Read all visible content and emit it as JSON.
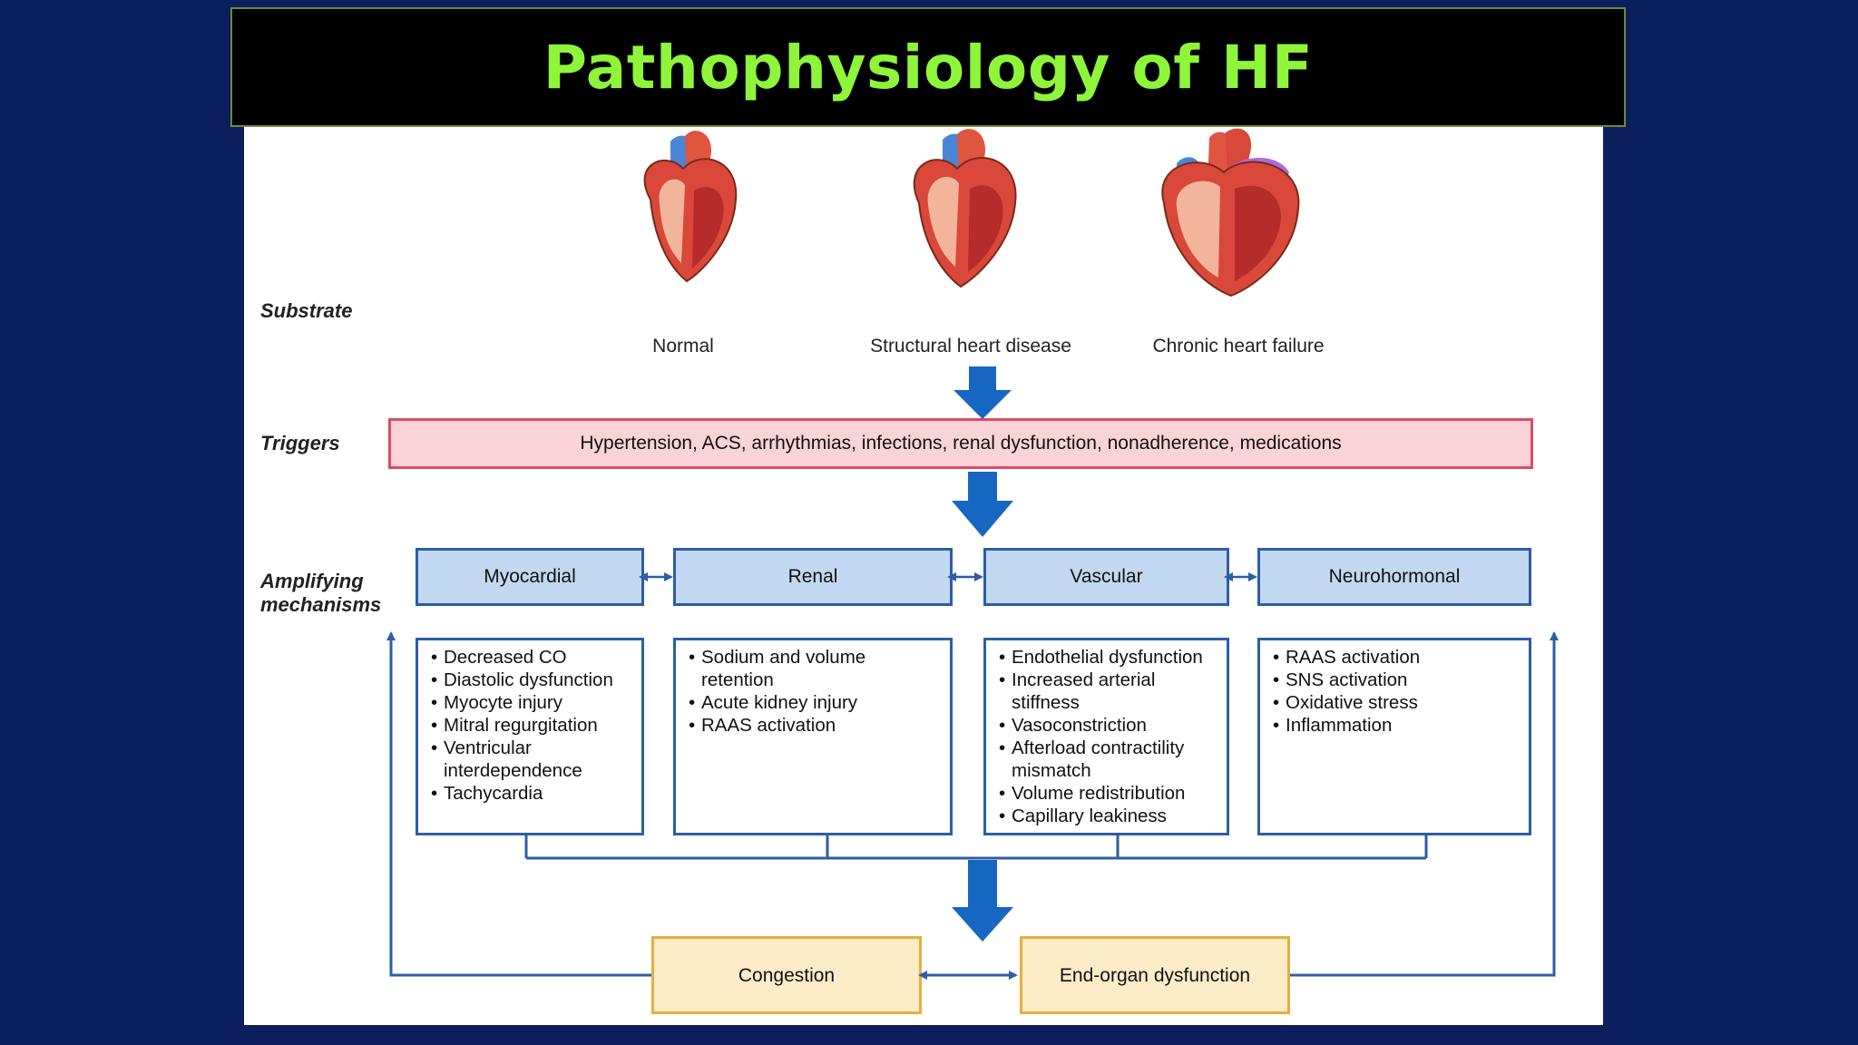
{
  "title": "Pathophysiology of HF",
  "colors": {
    "background": "#0b1f5e",
    "title_bar": "#000000",
    "title_text": "#8ef53a",
    "arrow_blue": "#1666c2",
    "trigger_fill": "#f9d3d8",
    "trigger_border": "#e04a63",
    "mechanism_fill": "#c2d8f1",
    "mechanism_border": "#2d5ea6",
    "outcome_fill": "#fbecc7",
    "outcome_border": "#e6ae3f"
  },
  "labels": {
    "substrate": "Substrate",
    "triggers": "Triggers",
    "amplifying": "Amplifying mechanisms"
  },
  "hearts": [
    {
      "caption": "Normal",
      "icon": "normal-heart-icon"
    },
    {
      "caption": "Structural heart disease",
      "icon": "diseased-heart-icon"
    },
    {
      "caption": "Chronic heart failure",
      "icon": "failing-heart-icon"
    }
  ],
  "triggers_text": "Hypertension, ACS, arrhythmias, infections, renal dysfunction, nonadherence, medications",
  "mechanisms": [
    {
      "name": "Myocardial",
      "items": [
        "Decreased CO",
        "Diastolic dysfunction",
        "Myocyte injury",
        "Mitral regurgitation",
        "Ventricular interdependence",
        "Tachycardia"
      ]
    },
    {
      "name": "Renal",
      "items": [
        "Sodium and volume retention",
        "Acute kidney injury",
        "RAAS activation"
      ]
    },
    {
      "name": "Vascular",
      "items": [
        "Endothelial dysfunction",
        "Increased arterial stiffness",
        "Vasoconstriction",
        "Afterload contractility mismatch",
        "Volume redistribution",
        "Capillary leakiness"
      ]
    },
    {
      "name": "Neurohormonal",
      "items": [
        "RAAS activation",
        "SNS activation",
        "Oxidative stress",
        "Inflammation"
      ]
    }
  ],
  "outcomes": {
    "congestion": "Congestion",
    "end_organ": "End-organ dysfunction"
  }
}
